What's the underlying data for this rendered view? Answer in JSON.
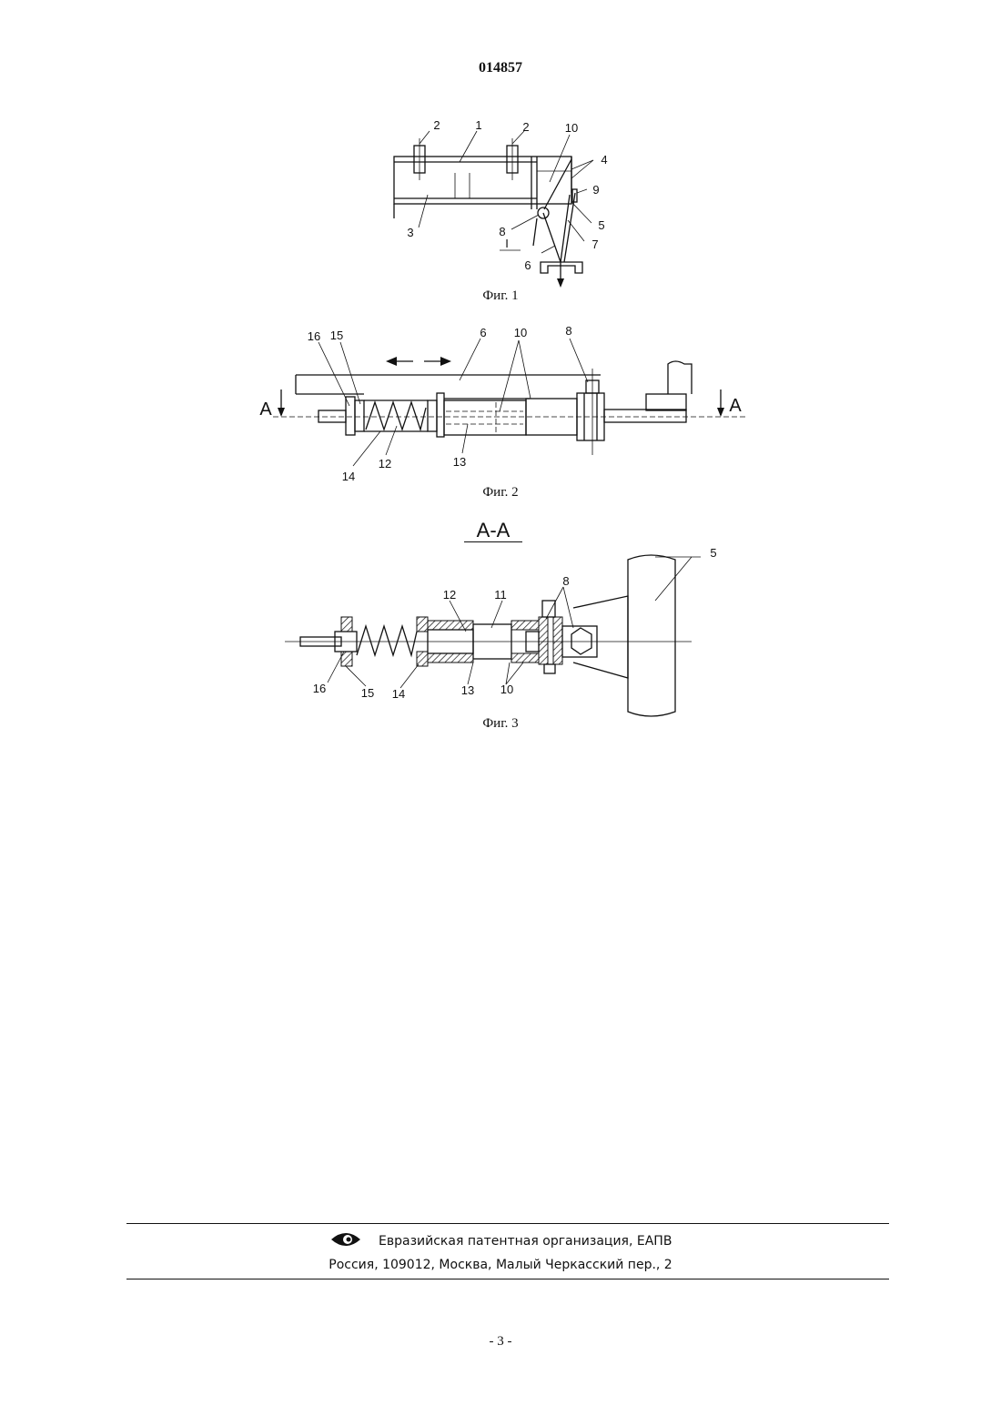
{
  "header": {
    "document_number": "014857"
  },
  "figures": [
    {
      "caption": "Фиг. 1",
      "labels": {
        "l1": "1",
        "l2a": "2",
        "l2b": "2",
        "l3": "3",
        "l4": "4",
        "l5": "5",
        "l6": "6",
        "l7": "7",
        "l8": "8",
        "l9": "9",
        "l10": "10",
        "lI": "I"
      }
    },
    {
      "caption": "Фиг. 2",
      "labels": {
        "l6": "6",
        "l8": "8",
        "l10": "10",
        "l12": "12",
        "l13": "13",
        "l14": "14",
        "l15": "15",
        "l16": "16",
        "lA_left": "A",
        "lA_right": "A"
      }
    },
    {
      "caption": "Фиг. 3",
      "section_label": "A-A",
      "labels": {
        "l5": "5",
        "l8": "8",
        "l10": "10",
        "l11": "11",
        "l12": "12",
        "l13": "13",
        "l14": "14",
        "l15": "15",
        "l16": "16"
      }
    }
  ],
  "footer": {
    "organization": "Евразийская патентная организация, ЕАПВ",
    "address": "Россия, 109012, Москва, Малый Черкасский пер., 2",
    "logo_icon": "eapo-eye-logo"
  },
  "page_number": "- 3 -"
}
